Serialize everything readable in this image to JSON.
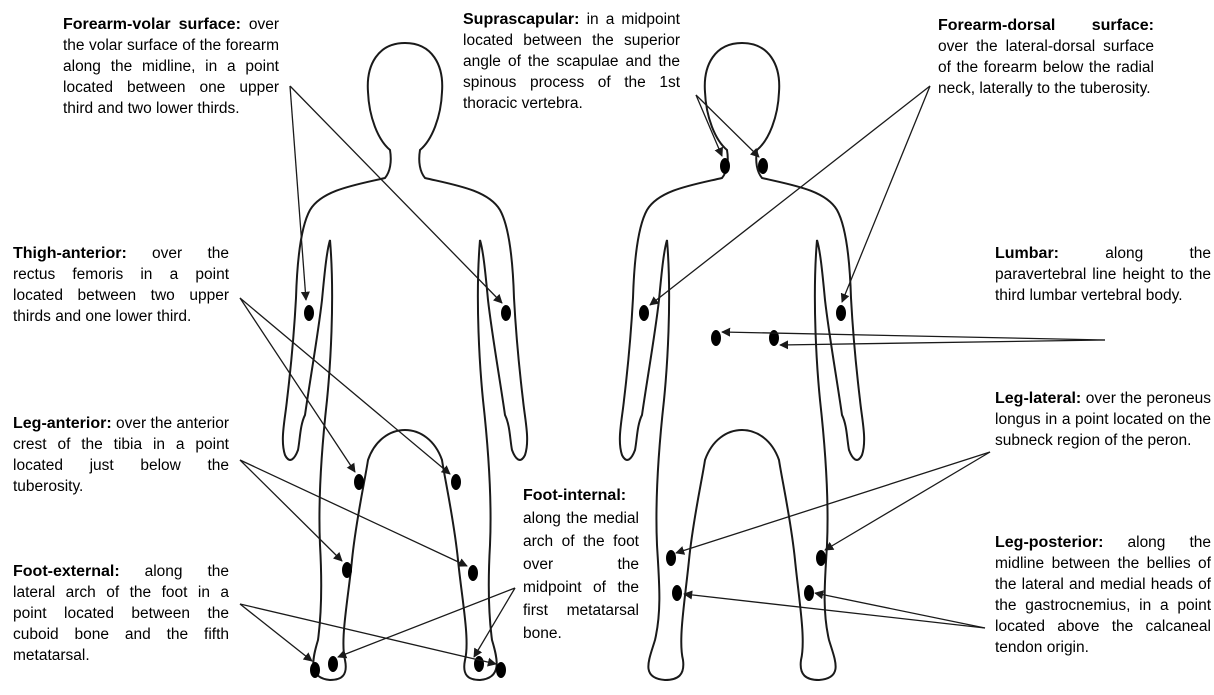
{
  "labels": {
    "forearm_volar": {
      "title": "Forearm-volar surface:",
      "text": "over the volar surface of the forearm along the midline, in a point located between one upper third and two lower thirds."
    },
    "suprascapular": {
      "title": "Suprascapular:",
      "text": "in a midpoint located between the superior angle of the scapulae and the spinous process of the 1st thoracic vertebra."
    },
    "forearm_dorsal": {
      "title": "Forearm-dorsal surface:",
      "text": "over the lateral-dorsal surface of the forearm below the radial neck, laterally to the tuberosity."
    },
    "thigh_anterior": {
      "title": "Thigh-anterior:",
      "text": "over the rectus femoris in a point located between two upper thirds and one lower third."
    },
    "lumbar": {
      "title": "Lumbar:",
      "text": "along the paravertebral line height to the third lumbar vertebral body."
    },
    "leg_anterior": {
      "title": "Leg-anterior:",
      "text": "over the anterior crest of the tibia in a point located just below the tuberosity."
    },
    "leg_lateral": {
      "title": "Leg-lateral:",
      "text": "over the peroneus longus in a point located on the subneck region of the peron."
    },
    "foot_internal": {
      "title": "Foot-internal:",
      "text": "along the medial arch of the foot over the midpoint of the first metatarsal bone."
    },
    "leg_posterior": {
      "title": "Leg-posterior:",
      "text": "along the midline between the bellies of the lateral and medial heads of the gastrocnemius, in a point located above the calcaneal tendon origin."
    },
    "foot_external": {
      "title": "Foot-external:",
      "text": "along the lateral arch of the foot in a point located between the cuboid bone and the fifth metatarsal."
    }
  },
  "colors": {
    "outline": "#1a1a1a",
    "marker": "#000000",
    "text": "#000000"
  }
}
